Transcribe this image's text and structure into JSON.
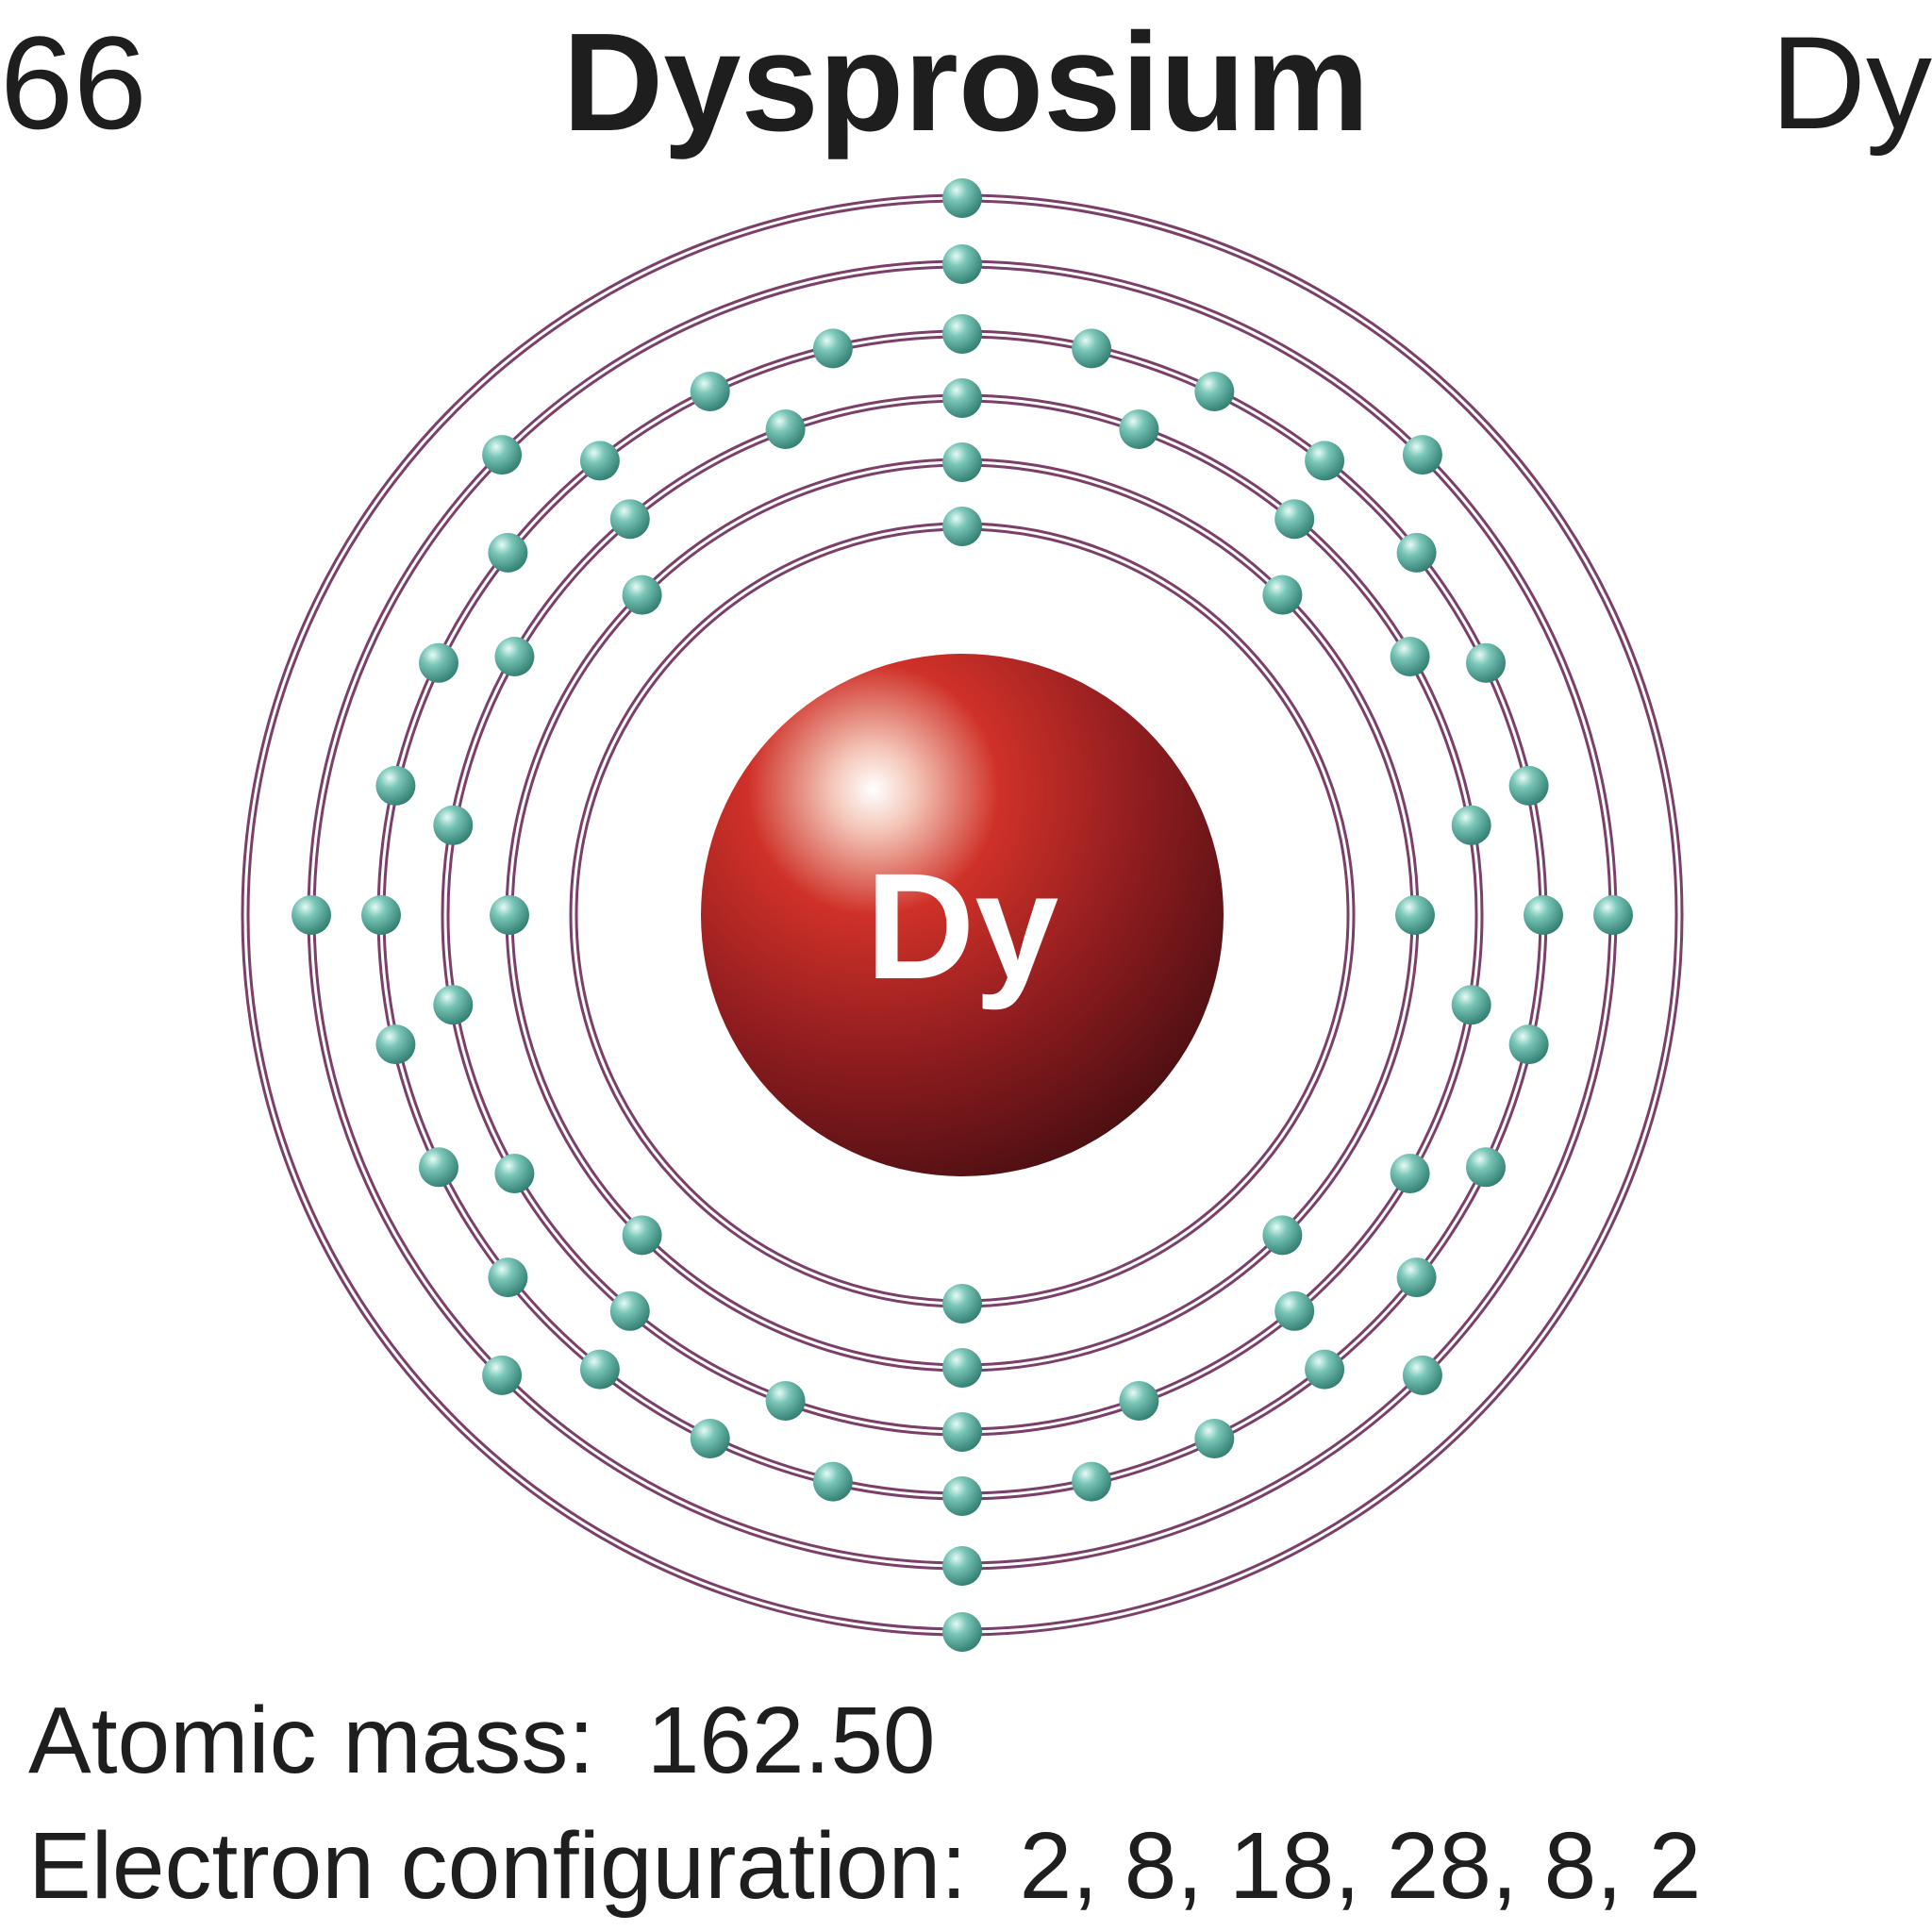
{
  "element": {
    "atomic_number": "66",
    "name": "Dysprosium",
    "symbol": "Dy"
  },
  "info": {
    "mass_label": "Atomic mass:",
    "mass_value": "162.50",
    "config_label": "Electron configuration:",
    "config_value": "2, 8, 18, 28, 8, 2"
  },
  "shells": [
    2,
    8,
    18,
    28,
    8,
    2
  ],
  "colors": {
    "nucleus": "#b02020",
    "orbit": "#7a3f6a",
    "electron": "#5fb0a2",
    "text": "#1e1e1e"
  }
}
